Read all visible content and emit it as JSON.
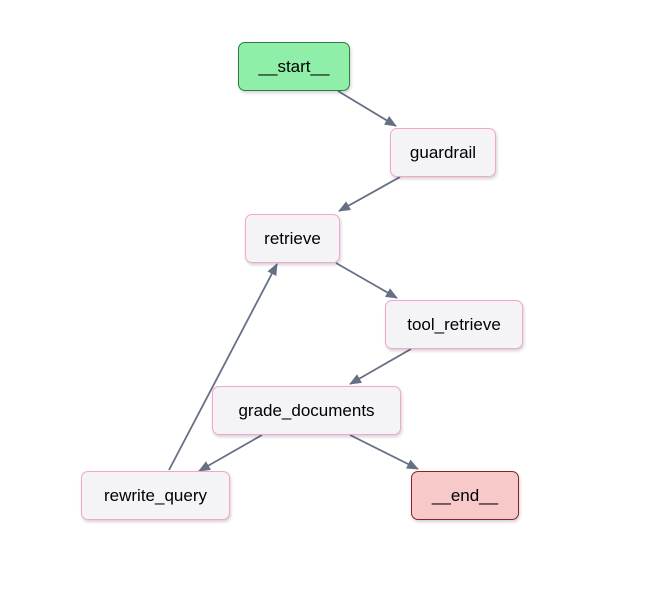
{
  "diagram": {
    "nodes": [
      {
        "id": "start",
        "label": "__start__",
        "kind": "start"
      },
      {
        "id": "guardrail",
        "label": "guardrail",
        "kind": "default"
      },
      {
        "id": "retrieve",
        "label": "retrieve",
        "kind": "default"
      },
      {
        "id": "tool_retrieve",
        "label": "tool_retrieve",
        "kind": "default"
      },
      {
        "id": "grade_documents",
        "label": "grade_documents",
        "kind": "default"
      },
      {
        "id": "rewrite_query",
        "label": "rewrite_query",
        "kind": "default"
      },
      {
        "id": "end",
        "label": "__end__",
        "kind": "end"
      }
    ],
    "edges": [
      {
        "from": "start",
        "to": "guardrail"
      },
      {
        "from": "guardrail",
        "to": "retrieve"
      },
      {
        "from": "retrieve",
        "to": "tool_retrieve"
      },
      {
        "from": "tool_retrieve",
        "to": "grade_documents"
      },
      {
        "from": "grade_documents",
        "to": "rewrite_query"
      },
      {
        "from": "grade_documents",
        "to": "end"
      },
      {
        "from": "rewrite_query",
        "to": "retrieve"
      }
    ],
    "colors": {
      "edge": "#667085",
      "node_border": "#f3a6cf",
      "node_fill": "#f4f4f7",
      "start_fill": "#8fefa9",
      "start_border": "#2f7d46",
      "end_fill": "#f8c9c9",
      "end_border": "#8b2323"
    }
  }
}
